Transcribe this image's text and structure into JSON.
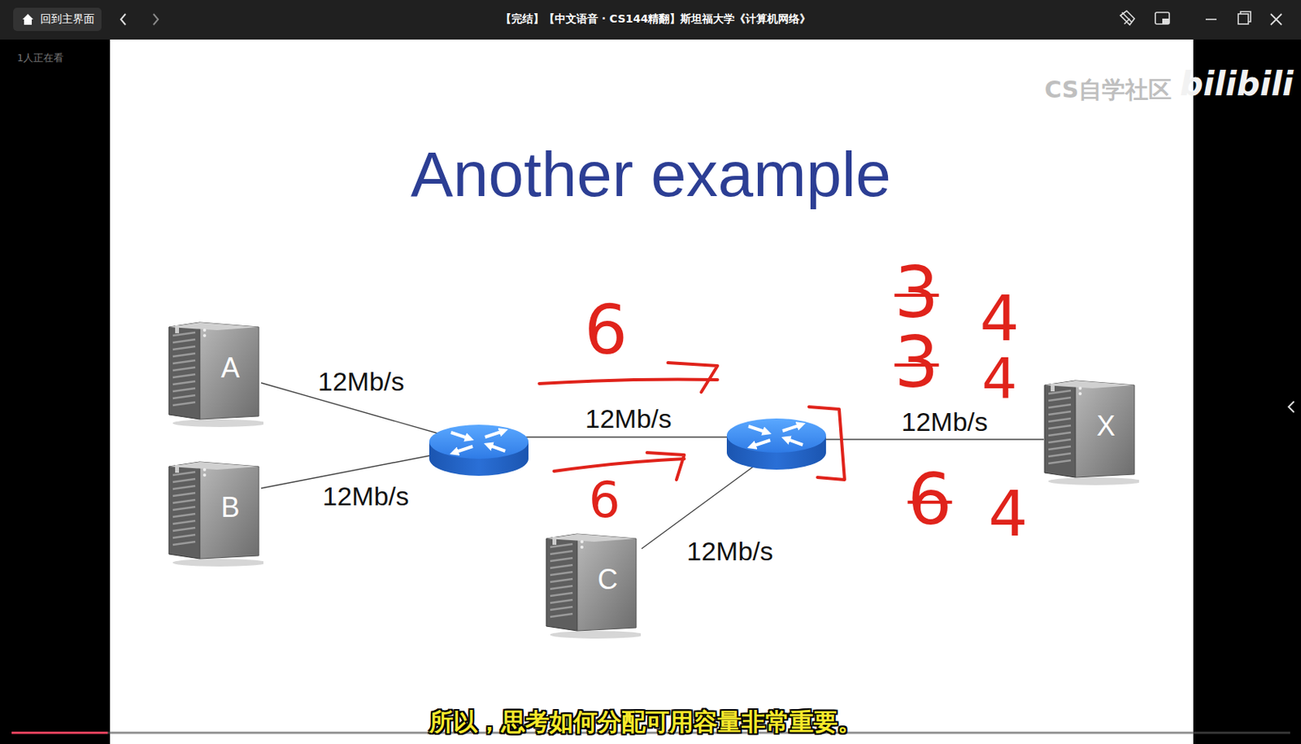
{
  "diagram": {
    "title": "Another example",
    "caption": "所以，思考如何分配可用容量非常重要。",
    "nodes": [
      {
        "text": [
          "A"
        ]
      },
      {
        "text": [
          "B"
        ]
      },
      {
        "text": [
          "C"
        ]
      },
      {
        "text": [
          "X"
        ]
      }
    ],
    "labels": [
      "回到主界面",
      "【完结】【中文语音 · CS144精翻】斯坦福大学《计算机网络》",
      "1人正在看",
      "CS自学社区",
      "bilibili",
      "12Mb/s",
      "12Mb/s",
      "12Mb/s",
      "12Mb/s",
      "12Mb/s",
      "6",
      "6",
      "3",
      "3",
      "6",
      "4",
      "4",
      "4"
    ]
  }
}
